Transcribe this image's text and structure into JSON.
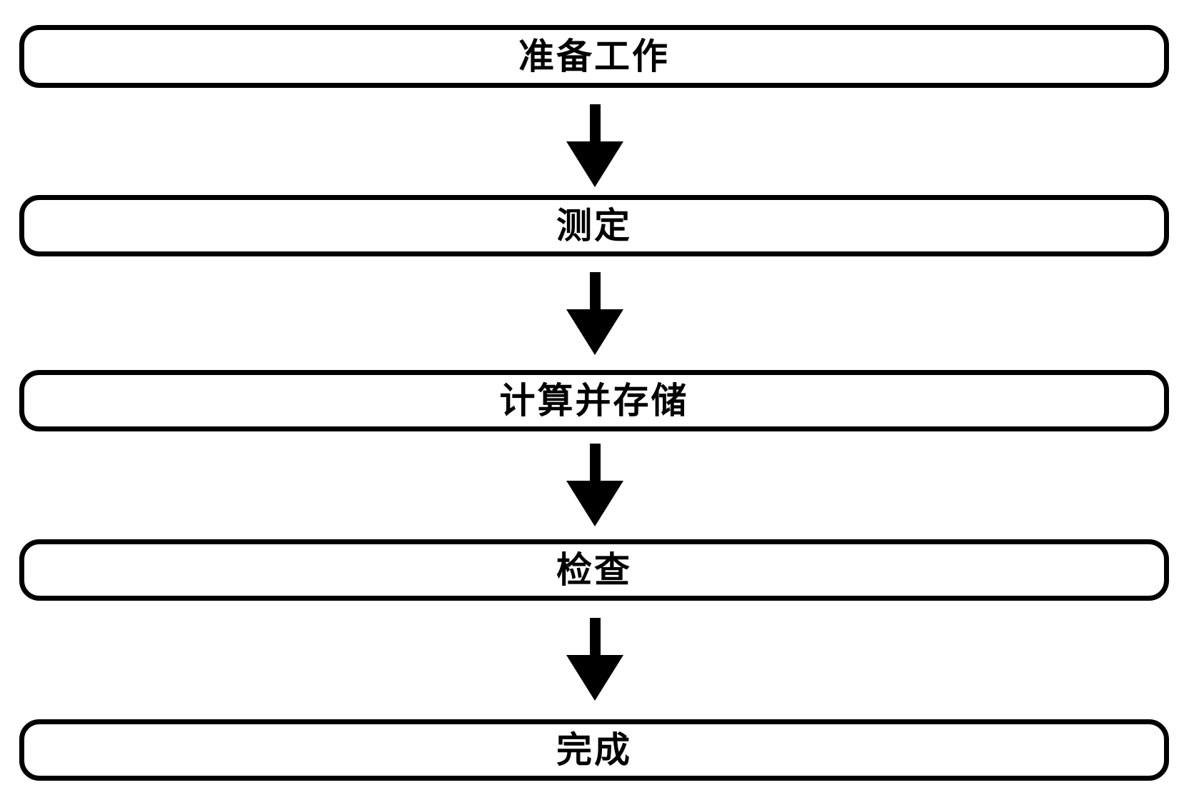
{
  "flowchart": {
    "type": "vertical-flowchart",
    "colors": {
      "background": "#ffffff",
      "stroke": "#000000",
      "text": "#000000"
    },
    "connector": "down-arrow",
    "steps": [
      {
        "label": "准备工作"
      },
      {
        "label": "测定"
      },
      {
        "label": "计算并存储"
      },
      {
        "label": "检查"
      },
      {
        "label": "完成"
      }
    ]
  }
}
